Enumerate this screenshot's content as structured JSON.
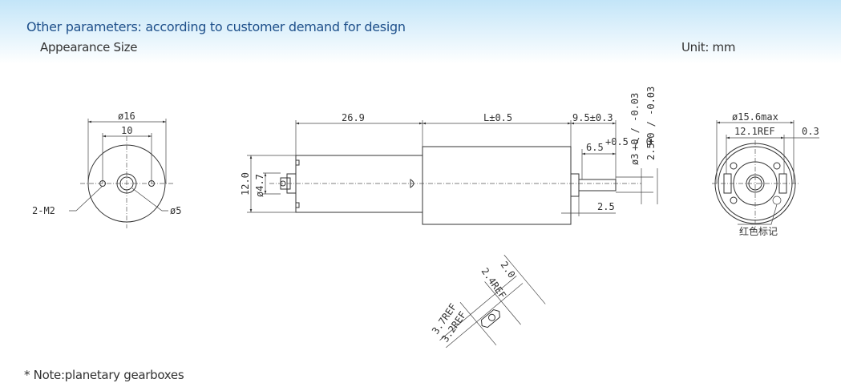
{
  "header": {
    "title": "Other parameters: according to customer demand for design",
    "section": "Appearance Size",
    "unit": "Unit: mm"
  },
  "drawing": {
    "front_view": {
      "dia_outer": "ø16",
      "hole_spacing": "10",
      "screw_holes": "2-M2",
      "dia_center": "ø5"
    },
    "side_view": {
      "gearbox_length": "26.9",
      "motor_length": "L±0.5",
      "shaft_length": "9.5±0.3",
      "shaft_flat": "6.5",
      "shaft_flat_tol": "+0.5 / 0",
      "shaft_dia": "ø3",
      "shaft_dia_tol": "+0 / -0.03",
      "flat_dia": "2.5",
      "flat_dia_tol": "+0 / -0.03",
      "height": "12.0",
      "terminal_dia": "ø4.7",
      "boss": "2.5"
    },
    "rear_view": {
      "dia_max": "ø15.6max",
      "terminal_spacing": "12.1REF",
      "offset": "0.3",
      "mark_note": "红色标记"
    },
    "terminal_detail": {
      "d1": "3.7REF",
      "d2": "3.2REF",
      "d3": "2.4REF",
      "d4": "2.0"
    }
  },
  "note": "*  Note:planetary gearboxes"
}
